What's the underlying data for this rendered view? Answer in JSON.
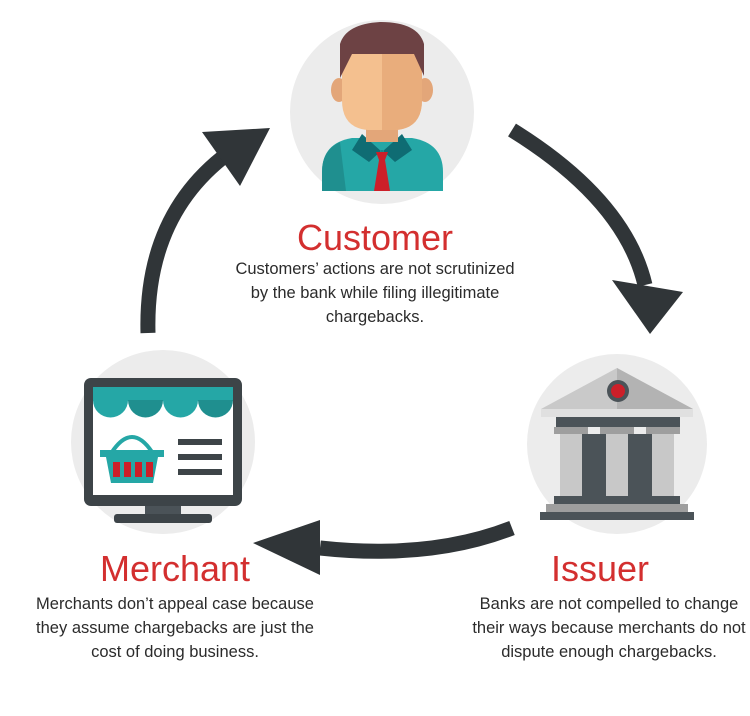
{
  "colors": {
    "accent": "#d32f2f",
    "text": "#2b2b2b",
    "arrow": "#303538",
    "circle_bg": "#ececec"
  },
  "nodes": {
    "customer": {
      "icon": "person-icon",
      "title": "Customer",
      "description": "Customers’ actions are not scrutinized by the bank while filing illegitimate chargebacks."
    },
    "issuer": {
      "icon": "bank-icon",
      "title": "Issuer",
      "description": "Banks are not compelled to change their ways because merchants do not dispute enough chargebacks."
    },
    "merchant": {
      "icon": "online-shop-monitor-icon",
      "title": "Merchant",
      "description": "Merchants don’t appeal case because they assume chargebacks are just the cost of doing business."
    }
  },
  "cycle_arrows": [
    {
      "from": "customer",
      "to": "issuer"
    },
    {
      "from": "issuer",
      "to": "merchant"
    },
    {
      "from": "merchant",
      "to": "customer"
    }
  ]
}
